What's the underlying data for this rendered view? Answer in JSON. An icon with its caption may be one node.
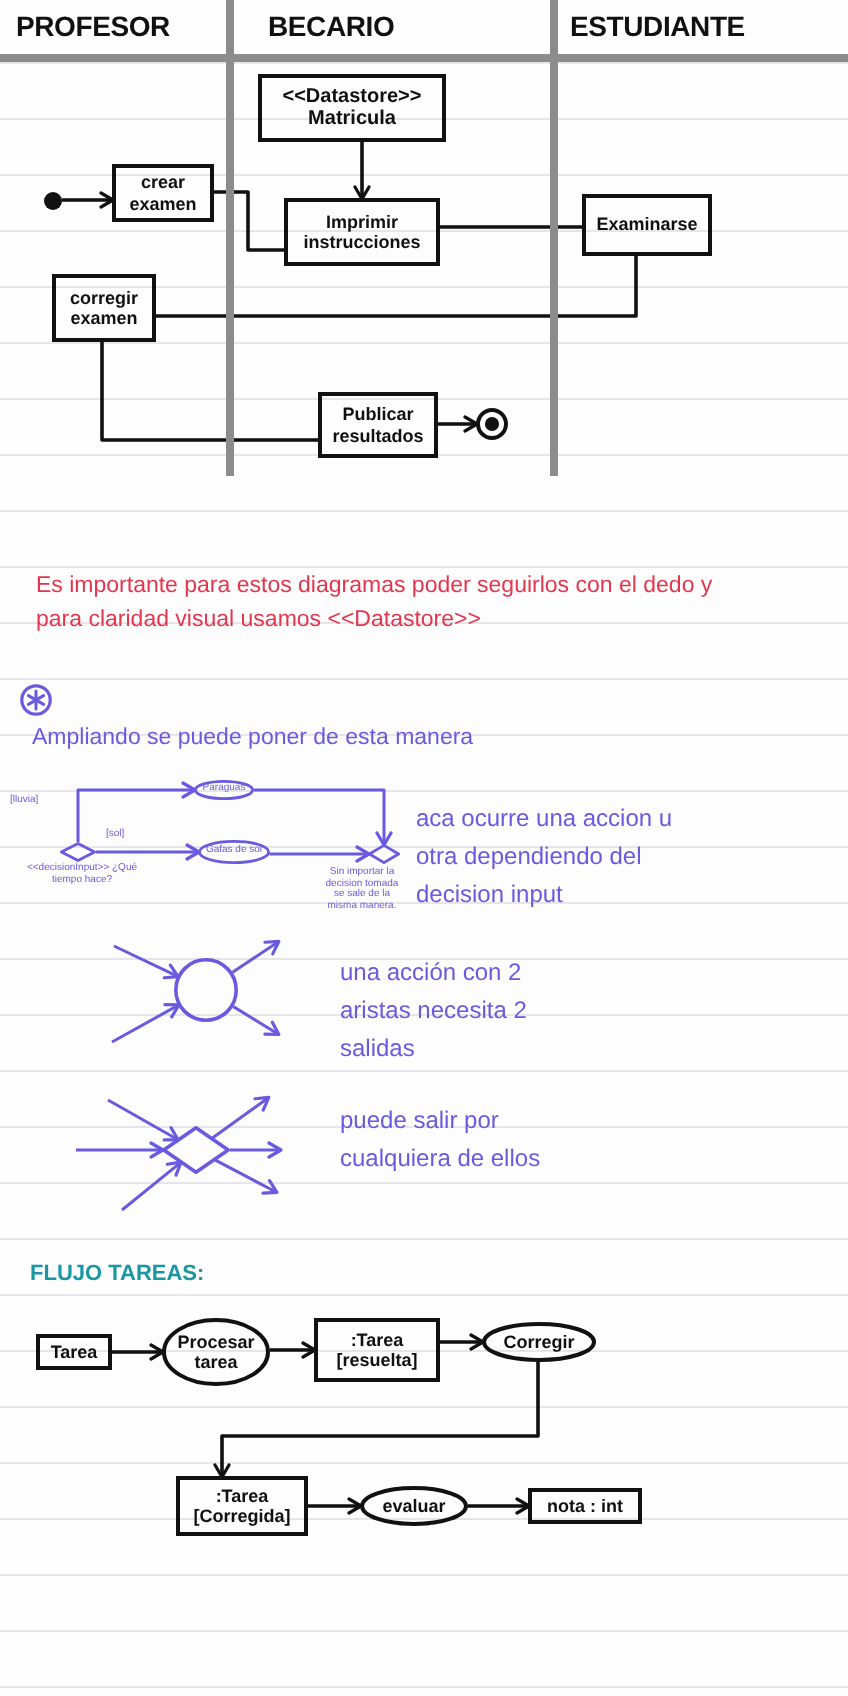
{
  "diagram": {
    "nodes": [
      {
        "text": [
          "PROFESOR"
        ]
      },
      {
        "text": [],
        "shape": "circle",
        "in": 0
      },
      {
        "text": [
          "crear examen"
        ],
        "in": 0
      },
      {
        "text": [
          "corregir examen"
        ],
        "in": 0
      },
      {
        "text": [
          "BECARIO"
        ]
      },
      {
        "text": [
          "<<Datastore>>",
          "Matricula"
        ],
        "in": 4
      },
      {
        "text": [
          "Imprimir instrucciones"
        ],
        "in": 4
      },
      {
        "text": [
          "Publicar resultados"
        ],
        "in": 4
      },
      {
        "text": [],
        "shape": "circle",
        "in": 4
      },
      {
        "text": [
          "ESTUDIANTE"
        ]
      },
      {
        "text": [
          "Examinarse"
        ],
        "in": 9
      },
      {
        "text": [],
        "shape": "diamond",
        "beside": [
          "<<decisionInput>> ¿Qué tiempo hace?"
        ]
      },
      {
        "text": [
          "Paraguas"
        ]
      },
      {
        "text": [
          "Gafas de sol"
        ]
      },
      {
        "text": [],
        "shape": "diamond",
        "beside": [
          "Sin importar la decision tomada se sale de la misma manera."
        ]
      },
      {
        "text": [],
        "shape": "circle"
      },
      {
        "text": [],
        "shape": "diamond"
      },
      {
        "text": [
          "Tarea"
        ]
      },
      {
        "text": [
          "Procesar tarea"
        ]
      },
      {
        "text": [
          ":Tarea [resuelta]"
        ]
      },
      {
        "text": [
          "Corregir"
        ]
      },
      {
        "text": [
          ":Tarea [Corregida]"
        ]
      },
      {
        "text": [
          "evaluar"
        ]
      },
      {
        "text": [
          "nota : int"
        ]
      }
    ],
    "edges": [
      {
        "from": 1,
        "to": 2,
        "arrow": "to",
        "color": "#111111"
      },
      {
        "from": 5,
        "to": 6,
        "arrow": "to",
        "color": "#111111"
      },
      {
        "from": 2,
        "to": 6,
        "arrow": "none",
        "color": "#111111"
      },
      {
        "from": 6,
        "to": 10,
        "arrow": "none",
        "color": "#111111"
      },
      {
        "from": 10,
        "to": 3,
        "arrow": "none",
        "color": "#111111"
      },
      {
        "from": 3,
        "to": 7,
        "arrow": "none",
        "color": "#111111"
      },
      {
        "from": 7,
        "to": 8,
        "arrow": "to",
        "color": "#111111"
      },
      {
        "from": 11,
        "to": 12,
        "arrow": "to",
        "label": "[lluvia]"
      },
      {
        "from": 11,
        "to": 13,
        "arrow": "to",
        "label": "[sol]"
      },
      {
        "from": 12,
        "to": 14,
        "arrow": "to"
      },
      {
        "from": 13,
        "to": 14,
        "arrow": "to"
      },
      {
        "from": null,
        "to": 15,
        "arrow": "to"
      },
      {
        "from": null,
        "to": 15,
        "arrow": "to"
      },
      {
        "from": 15,
        "to": null,
        "arrow": "to"
      },
      {
        "from": 15,
        "to": null,
        "arrow": "to"
      },
      {
        "from": null,
        "to": 16,
        "arrow": "to"
      },
      {
        "from": null,
        "to": 16,
        "arrow": "to"
      },
      {
        "from": null,
        "to": 16,
        "arrow": "to"
      },
      {
        "from": 16,
        "to": null,
        "arrow": "to"
      },
      {
        "from": 16,
        "to": null,
        "arrow": "to"
      },
      {
        "from": 16,
        "to": null,
        "arrow": "to"
      },
      {
        "from": 17,
        "to": 18,
        "arrow": "to",
        "color": "#111111"
      },
      {
        "from": 18,
        "to": 19,
        "arrow": "to",
        "color": "#111111"
      },
      {
        "from": 19,
        "to": 20,
        "arrow": "to",
        "color": "#111111"
      },
      {
        "from": 20,
        "to": 21,
        "arrow": "to",
        "color": "#111111"
      },
      {
        "from": 21,
        "to": 22,
        "arrow": "to",
        "color": "#111111"
      },
      {
        "from": 22,
        "to": 23,
        "arrow": "to",
        "color": "#111111"
      }
    ],
    "labels": [
      "Es importante para estos diagramas poder seguirlos con el dedo y para claridad visual usamos <<Datastore>>",
      "Ampliando se puede poner de esta manera",
      "aca ocurre una accion u otra dependiendo del decision input",
      "una acción con 2 aristas necesita 2 salidas",
      "puede salir por cualquiera de ellos",
      "FLUJO TAREAS:"
    ]
  }
}
